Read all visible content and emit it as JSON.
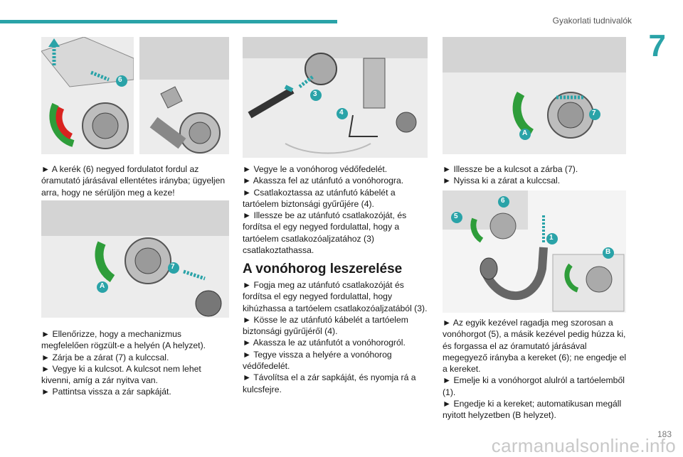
{
  "header": {
    "section": "Gyakorlati tudnivalók",
    "chapter": "7"
  },
  "page_number": "183",
  "watermark": "carmanualsonline.info",
  "col1": {
    "para1": "► A kerék (6) negyed fordulatot fordul az óramutató járásával ellentétes irányba; ügyeljen arra, hogy ne sérüljön meg a keze!",
    "para2": [
      "► Ellenőrizze, hogy a mechanizmus megfelelően rögzült-e a helyén (A helyzet).",
      "► Zárja be a zárat (7) a kulccsal.",
      "► Vegye ki a kulcsot. A kulcsot nem lehet kivenni, amíg a zár nyitva van.",
      "► Pattintsa vissza a zár sapkáját."
    ]
  },
  "col2": {
    "para1": [
      "► Vegye le a vonóhorog védőfedelét.",
      "► Akassza fel az utánfutó a vonóhorogra.",
      "► Csatlakoztassa az utánfutó kábelét a tartóelem biztonsági gyűrűjére (4).",
      "► Illessze be az utánfutó csatlakozóját, és fordítsa el egy negyed fordulattal, hogy a tartóelem csatlakozóaljzatához (3) csatlakoztathassa."
    ],
    "section_title": "A vonóhorog leszerelése",
    "para2": [
      "► Fogja meg az utánfutó csatlakozóját és fordítsa el egy negyed fordulattal, hogy kihúzhassa a tartóelem csatlakozóaljzatából (3).",
      "► Kösse le az utánfutó kábelét a tartóelem biztonsági gyűrűjéről (4).",
      "► Akassza le az utánfutót a vonóhorogról.",
      "► Tegye vissza a helyére a vonóhorog védőfedelét.",
      "► Távolítsa el a zár sapkáját, és nyomja rá a kulcsfejre."
    ]
  },
  "col3": {
    "para1": [
      "► Illessze be a kulcsot a zárba (7).",
      "► Nyissa ki a zárat a kulccsal."
    ],
    "para2": [
      "► Az egyik kezével ragadja meg szorosan a vonóhorgot (5), a másik kezével pedig húzza ki, és forgassa el az óramutató járásával megegyező irányba a kereket (6); ne engedje el a kereket.",
      "► Emelje ki a vonóhorgot alulról a tartóelemből (1).",
      "► Engedje ki a kereket; automatikusan megáll nyitott helyzetben (B helyzet)."
    ]
  },
  "figure_labels": {
    "fig1": [
      "6"
    ],
    "fig3": [
      "7",
      "A"
    ],
    "fig4": [
      "3",
      "4"
    ],
    "fig5": [
      "7",
      "A"
    ],
    "fig6": [
      "5",
      "6",
      "1",
      "B"
    ]
  },
  "colors": {
    "accent": "#2aa3a8",
    "green": "#2e9d3a",
    "red": "#d9231f"
  }
}
